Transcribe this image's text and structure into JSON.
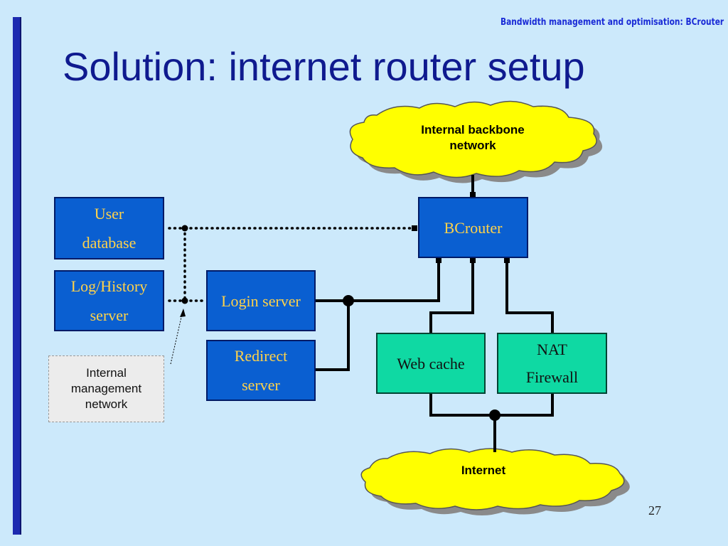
{
  "header": {
    "subtitle": "Bandwidth management and optimisation: BCrouter"
  },
  "title": "Solution: internet router setup",
  "page_number": "27",
  "clouds": {
    "backbone": {
      "line1": "Internal backbone",
      "line2": "network"
    },
    "internet": {
      "label": "Internet"
    }
  },
  "boxes": {
    "user_database": {
      "line1": "User",
      "line2": "database"
    },
    "log_history": {
      "line1": "Log/History",
      "line2": "server"
    },
    "login_server": {
      "label": "Login server"
    },
    "redirect_server": {
      "line1": "Redirect",
      "line2": "server"
    },
    "bcrouter": {
      "label": "BCrouter"
    },
    "web_cache": {
      "label": "Web cache"
    },
    "nat_firewall": {
      "line1": "NAT",
      "line2": "Firewall"
    }
  },
  "note": {
    "line1": "Internal",
    "line2": "management",
    "line3": "network"
  },
  "colors": {
    "box_blue": "#0a5fd1",
    "box_text": "#ffd24a",
    "box_green": "#0fd9a3",
    "cloud": "#ffff00",
    "background": "#cce9fb",
    "title": "#0f1a8f"
  }
}
